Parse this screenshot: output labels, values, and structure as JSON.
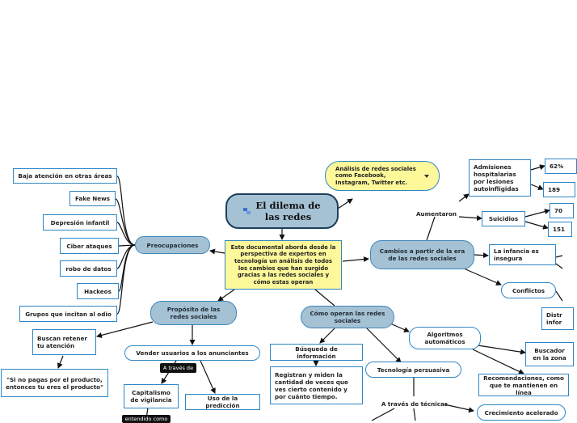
{
  "central": {
    "title": "El dilema de las redes",
    "icon": "map-icon"
  },
  "center_note": "Este documental aborda desde la perspectiva de expertos en tecnología un análisis de todos los cambios que han surgido gracias a las redes sociales y cómo estas operan",
  "analysis_note": "Análisis de redes sociales como Facebook, Instagram, Twitter etc.",
  "preocupaciones": {
    "label": "Preocupaciones",
    "items": [
      "Baja atención en otras áreas",
      "Fake News",
      "Depresión infantil",
      "Ciber ataques",
      "robo de datos",
      "Hackeos",
      "Grupos que incitan al odio"
    ]
  },
  "proposito": {
    "label": "Propósito de las redes sociales",
    "buscan": "Buscan retener tu atención",
    "quote": "\"Si no pagas por el producto, entonces tu eres el producto\"",
    "vender": "Vender usuarios a los anunciantes",
    "a_traves_de": "A través de",
    "capitalismo": "Capitalismo de vigilancia",
    "entendido": "entendido como",
    "prediccion": "Uso de la predicción"
  },
  "como_operan": {
    "label": "Cómo operan las redes sociales",
    "busqueda": "Búsqueda de información",
    "registran": "Registran y miden la cantidad de veces que ves cierto contenido y por cuánto tiempo.",
    "algoritmos": "Algoritmos automáticos",
    "tecnologia": "Tecnología persuasiva",
    "tecnicas": "A través de técnicas",
    "crecimiento": "Crecimiento acelerado",
    "buscador": "Buscador en la zona",
    "recomendaciones": "Recomendaciones, como que te mantienen en línea"
  },
  "cambios": {
    "label": "Cambios a partir de la era de las redes sociales",
    "aumentaron": "Aumentaron",
    "admisiones": "Admisiones hospitalarias por lesiones autoinfligidas",
    "suicidios": "Suicidios",
    "infancia": "La infancia es insegura",
    "conflictos": "Conflictos",
    "pct": [
      "62%",
      "189",
      "70",
      "151"
    ],
    "distorsion": "Distr infor"
  }
}
